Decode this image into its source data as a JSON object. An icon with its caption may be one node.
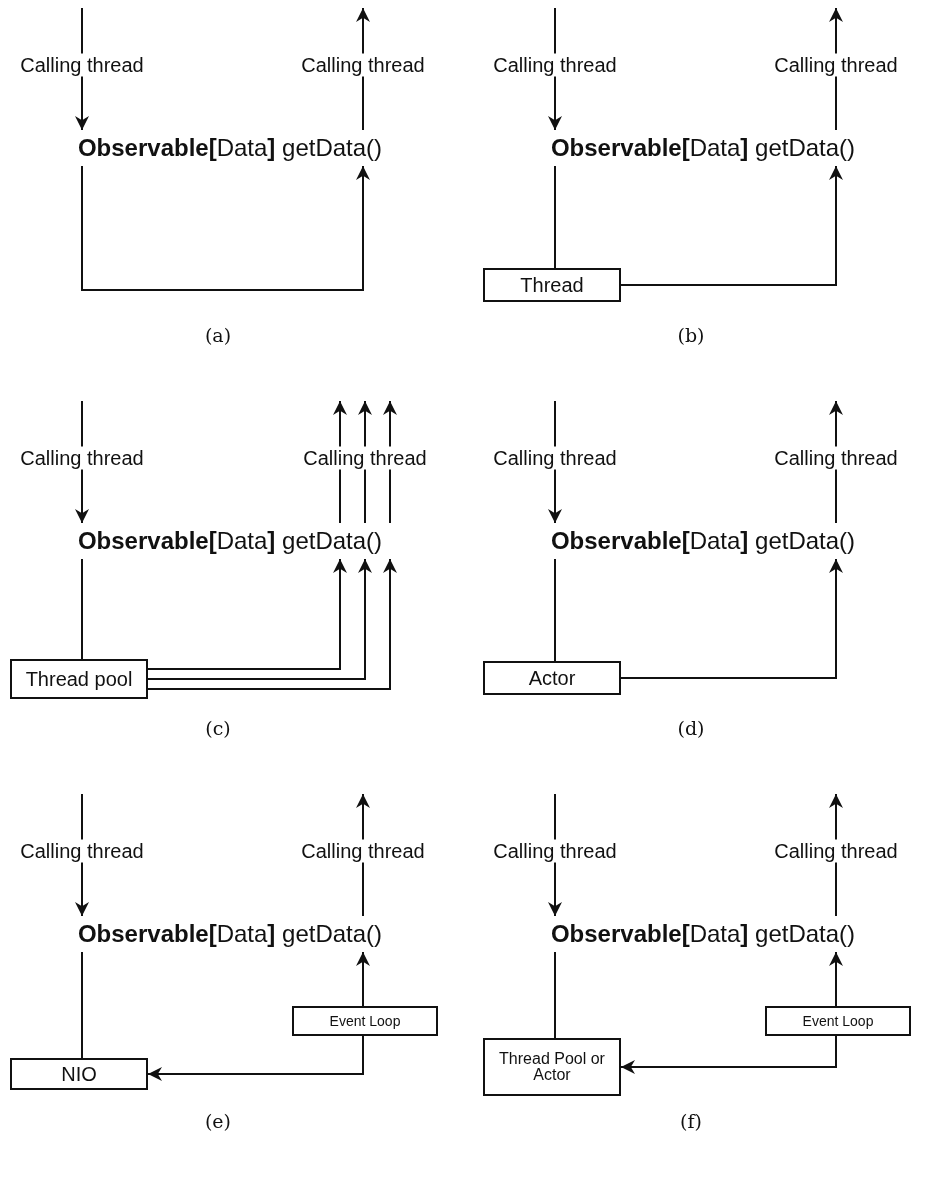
{
  "diagram": {
    "nodes": [
      {
        "text": [
          "**Observable[**Data**]** getData()"
        ]
      },
      {
        "text": [
          "**Observable[**Data**]** getData()"
        ]
      },
      {
        "text": [
          "Thread"
        ]
      },
      {
        "text": [
          "**Observable[**Data**]** getData()"
        ]
      },
      {
        "text": [
          "Thread pool"
        ]
      },
      {
        "text": [
          "**Observable[**Data**]** getData()"
        ]
      },
      {
        "text": [
          "Actor"
        ]
      },
      {
        "text": [
          "**Observable[**Data**]** getData()"
        ]
      },
      {
        "text": [
          "Event Loop"
        ]
      },
      {
        "text": [
          "NIO"
        ]
      },
      {
        "text": [
          "**Observable[**Data**]** getData()"
        ]
      },
      {
        "text": [
          "Event Loop"
        ]
      },
      {
        "text": [
          "Thread Pool or Actor"
        ]
      }
    ],
    "edges": [
      {
        "from": null,
        "to": 0,
        "arrow": "to",
        "label": "Calling thread"
      },
      {
        "from": 0,
        "to": null,
        "arrow": "to",
        "label": "Calling thread"
      },
      {
        "from": 0,
        "to": 0,
        "arrow": "to"
      },
      {
        "from": null,
        "to": 1,
        "arrow": "to",
        "label": "Calling thread"
      },
      {
        "from": 1,
        "to": null,
        "arrow": "to",
        "label": "Calling thread"
      },
      {
        "from": 1,
        "to": 2,
        "arrow": "none"
      },
      {
        "from": 2,
        "to": 1,
        "arrow": "to"
      },
      {
        "from": null,
        "to": 3,
        "arrow": "to",
        "label": "Calling thread"
      },
      {
        "from": 3,
        "to": null,
        "arrow": "to"
      },
      {
        "from": 3,
        "to": null,
        "arrow": "to",
        "label": "Calling thread"
      },
      {
        "from": 3,
        "to": null,
        "arrow": "to"
      },
      {
        "from": 3,
        "to": 4,
        "arrow": "none"
      },
      {
        "from": 4,
        "to": 3,
        "arrow": "to"
      },
      {
        "from": 4,
        "to": 3,
        "arrow": "to"
      },
      {
        "from": 4,
        "to": 3,
        "arrow": "to"
      },
      {
        "from": null,
        "to": 5,
        "arrow": "to",
        "label": "Calling thread"
      },
      {
        "from": 5,
        "to": null,
        "arrow": "to",
        "label": "Calling thread"
      },
      {
        "from": 5,
        "to": 6,
        "arrow": "none"
      },
      {
        "from": 6,
        "to": 5,
        "arrow": "to"
      },
      {
        "from": null,
        "to": 7,
        "arrow": "to",
        "label": "Calling thread"
      },
      {
        "from": 7,
        "to": null,
        "arrow": "to",
        "label": "Calling thread"
      },
      {
        "from": 7,
        "to": 9,
        "arrow": "none"
      },
      {
        "from": 8,
        "to": 7,
        "arrow": "to"
      },
      {
        "from": 8,
        "to": 9,
        "arrow": "to"
      },
      {
        "from": null,
        "to": 10,
        "arrow": "to",
        "label": "Calling thread"
      },
      {
        "from": 10,
        "to": null,
        "arrow": "to",
        "label": "Calling thread"
      },
      {
        "from": 10,
        "to": 12,
        "arrow": "none"
      },
      {
        "from": 11,
        "to": 10,
        "arrow": "to"
      },
      {
        "from": 11,
        "to": 12,
        "arrow": "to"
      }
    ],
    "labels": [
      "(a)",
      "(b)",
      "(c)",
      "(d)",
      "(e)",
      "(f)"
    ]
  }
}
